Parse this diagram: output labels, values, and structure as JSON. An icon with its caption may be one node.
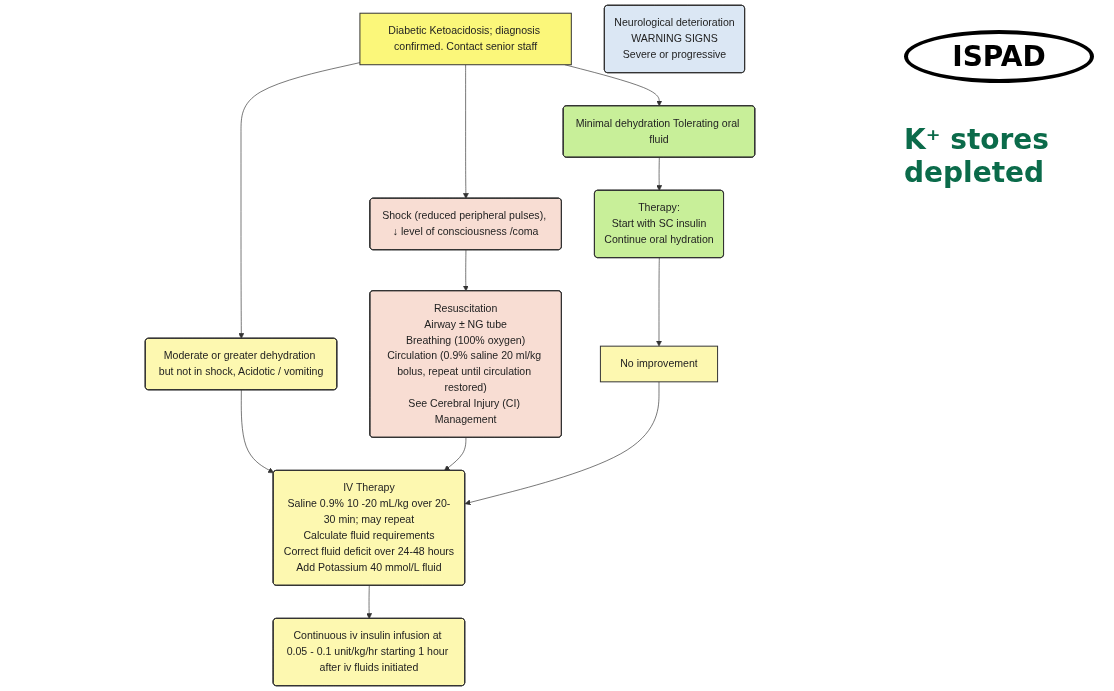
{
  "diagram": {
    "nodes": [
      {
        "text": [
          "Diabetic Ketoacidosis; diagnosis confirmed. Contact senior staff"
        ]
      },
      {
        "text": [
          "Shock (reduced peripheral pulses), ↓ level of consciousness /coma"
        ]
      },
      {
        "text": [
          "Moderate or greater dehydration but not in shock, Acidotic / vomiting"
        ]
      },
      {
        "text": [
          "Minimal dehydration Tolerating oral fluid"
        ]
      },
      {
        "text": [
          "Resuscitation",
          "Airway ± NG tube",
          "Breathing (100% oxygen)",
          "Circulation (0.9% saline 20 ml/kg bolus, repeat until circulation restored)",
          "See Cerebral Injury (CI) Management"
        ]
      },
      {
        "text": [
          "IV Therapy",
          "Saline 0.9% 10 -20 mL/kg over 20-30 min; may repeat",
          "Calculate fluid requirements",
          "Correct fluid deficit over 24-48 hours",
          "Add Potassium 40 mmol/L fluid"
        ]
      },
      {
        "text": [
          "Therapy:",
          "Start with SC insulin",
          "Continue oral hydration"
        ]
      },
      {
        "text": [
          "No improvement"
        ]
      },
      {
        "text": [
          "Continuous iv insulin infusion at 0.05 - 0.1 unit/kg/hr starting 1 hour after iv fluids initiated"
        ]
      },
      {
        "text": [
          "Neurological deterioration",
          "WARNING SIGNS",
          "Severe or progressive"
        ]
      }
    ],
    "edges": [
      {
        "from": 0,
        "to": 1,
        "arrow": "to"
      },
      {
        "from": 0,
        "to": 2,
        "arrow": "to"
      },
      {
        "from": 0,
        "to": 3,
        "arrow": "to"
      },
      {
        "from": 1,
        "to": 4,
        "arrow": "to"
      },
      {
        "from": 2,
        "to": 5,
        "arrow": "to"
      },
      {
        "from": 3,
        "to": 6,
        "arrow": "to"
      },
      {
        "from": 4,
        "to": 5,
        "arrow": "to"
      },
      {
        "from": 6,
        "to": 7,
        "arrow": "to"
      },
      {
        "from": 7,
        "to": 5,
        "arrow": "to"
      },
      {
        "from": 5,
        "to": 8,
        "arrow": "to"
      }
    ],
    "labels": [
      "ISPAD",
      "K⁺ stores depleted"
    ]
  }
}
